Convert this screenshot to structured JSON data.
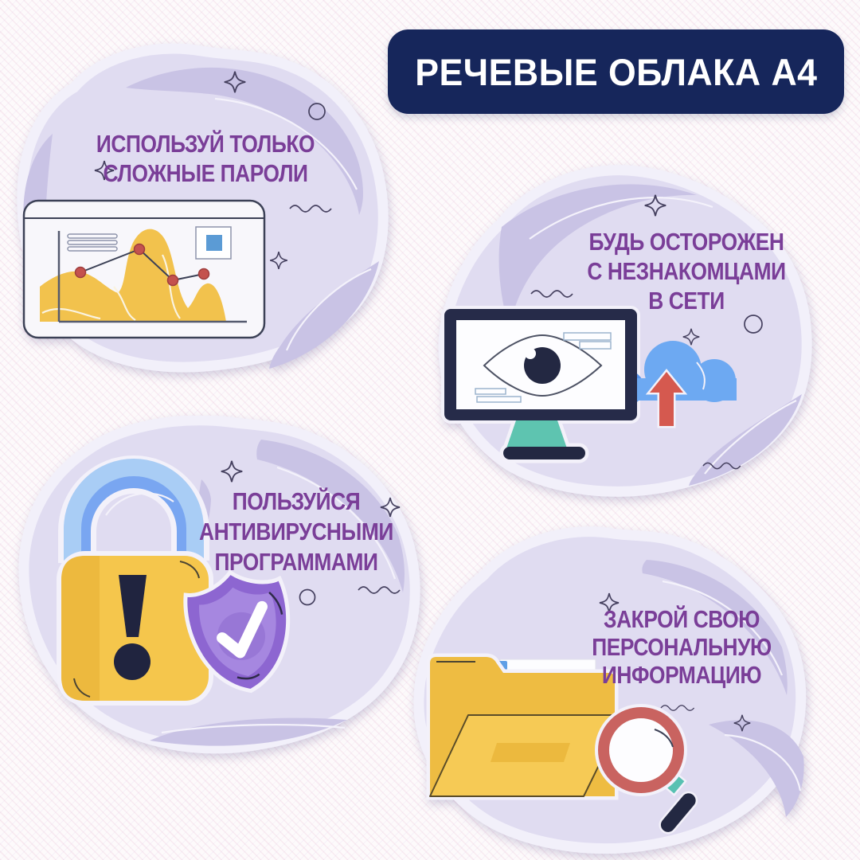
{
  "banner": {
    "text": "РЕЧЕВЫЕ ОБЛАКА А4"
  },
  "clouds": [
    {
      "id": "passwords",
      "lines": [
        "ИСПОЛЬЗУЙ ТОЛЬКО",
        "СЛОЖНЫЕ ПАРОЛИ"
      ],
      "illustration": "browser-analytics-chart",
      "decorations": [
        "sparkle",
        "circle",
        "squiggle"
      ]
    },
    {
      "id": "strangers",
      "lines": [
        "БУДЬ ОСТОРОЖЕН",
        "С НЕЗНАКОМЦАМИ",
        "В СЕТИ"
      ],
      "illustration": "monitor-eye-upload-cloud",
      "decorations": [
        "sparkle",
        "circle",
        "squiggle"
      ]
    },
    {
      "id": "antivirus",
      "lines": [
        "ПОЛЬЗУЙСЯ",
        "АНТИВИРУСНЫМИ",
        "ПРОГРАММАМИ"
      ],
      "illustration": "padlock-check-shield",
      "decorations": [
        "sparkle",
        "circle",
        "squiggle"
      ]
    },
    {
      "id": "privacy",
      "lines": [
        "ЗАКРОЙ СВОЮ",
        "ПЕРСОНАЛЬНУЮ",
        "ИНФОРМАЦИЮ"
      ],
      "illustration": "folder-document-magnifier",
      "decorations": [
        "sparkle",
        "squiggle"
      ]
    }
  ],
  "colors": {
    "background": "#FDFAFB",
    "banner_bg": "#16265B",
    "banner_text": "#FFFFFF",
    "cloud_fill": "#E0DCF1",
    "cloud_shade": "#C9C3E5",
    "cloud_rim": "#F2F0FA",
    "heading_text": "#7A3E98",
    "outline_ink": "#45405F",
    "yellow": "#F2C24D",
    "red_accent": "#C9534F",
    "blue": "#6DA9F2",
    "light_blue": "#ABCFF7",
    "teal": "#5EC4B0",
    "navy": "#232842",
    "purple": "#8D66D1",
    "light_purple": "#A687E0"
  }
}
